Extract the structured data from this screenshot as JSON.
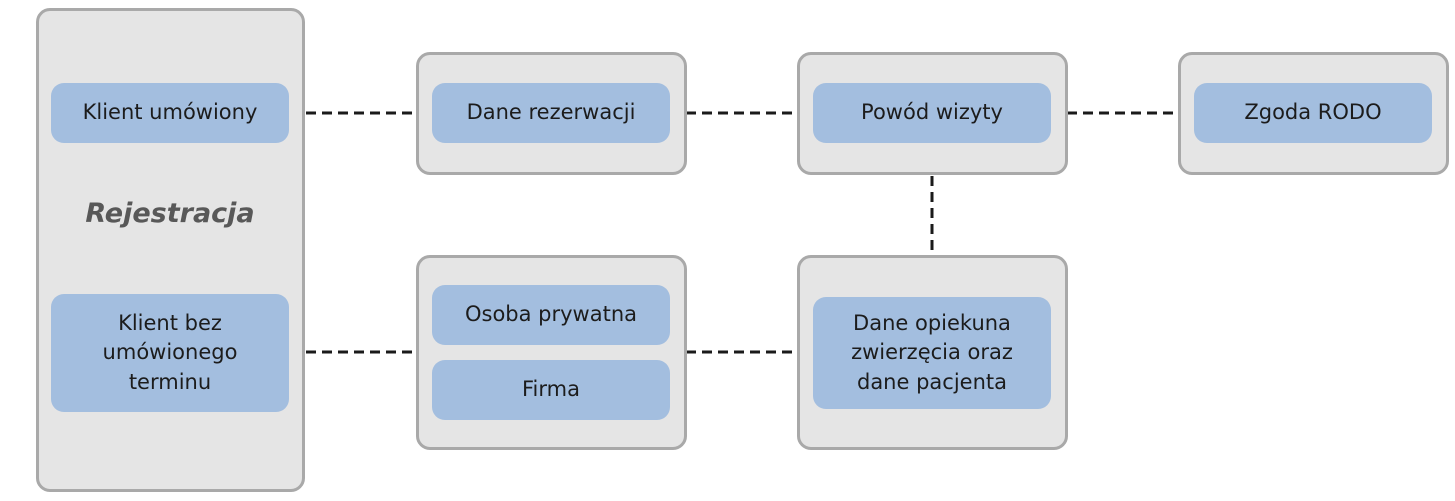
{
  "groups": {
    "rejestracja": {
      "title": "Rejestracja"
    },
    "klient_umowiony": {
      "label": "Klient umówiony"
    },
    "klient_bez": {
      "label": "Klient bez\numówionego\nterminu"
    }
  },
  "nodes": {
    "dane_rezerwacji": {
      "label": "Dane rezerwacji"
    },
    "powod_wizyty": {
      "label": "Powód wizyty"
    },
    "zgoda_rodo": {
      "label": "Zgoda RODO"
    },
    "osoba_prywatna": {
      "label": "Osoba prywatna"
    },
    "firma": {
      "label": "Firma"
    },
    "dane_opiekuna": {
      "label": "Dane opiekuna\nzwierzęcia oraz\ndane pacjenta"
    }
  },
  "edges": [
    {
      "from": "Klient umówiony",
      "to": "Dane rezerwacji",
      "style": "dashed"
    },
    {
      "from": "Dane rezerwacji",
      "to": "Powód wizyty",
      "style": "dashed"
    },
    {
      "from": "Powód wizyty",
      "to": "Zgoda RODO",
      "style": "dashed"
    },
    {
      "from": "Powód wizyty",
      "to": "Dane opiekuna zwierzęcia oraz dane pacjenta",
      "style": "dashed"
    },
    {
      "from": "Klient bez umówionego terminu",
      "to": "Osoba prywatna / Firma",
      "style": "dashed"
    },
    {
      "from": "Osoba prywatna / Firma",
      "to": "Dane opiekuna zwierzęcia oraz dane pacjenta",
      "style": "dashed"
    }
  ],
  "colors": {
    "container_fill": "#e5e5e5",
    "container_border": "#a9a9a9",
    "node_fill": "#a3bedf",
    "text": "#1c1c1c",
    "title_text": "#585858",
    "connector": "#1a1a1a"
  }
}
